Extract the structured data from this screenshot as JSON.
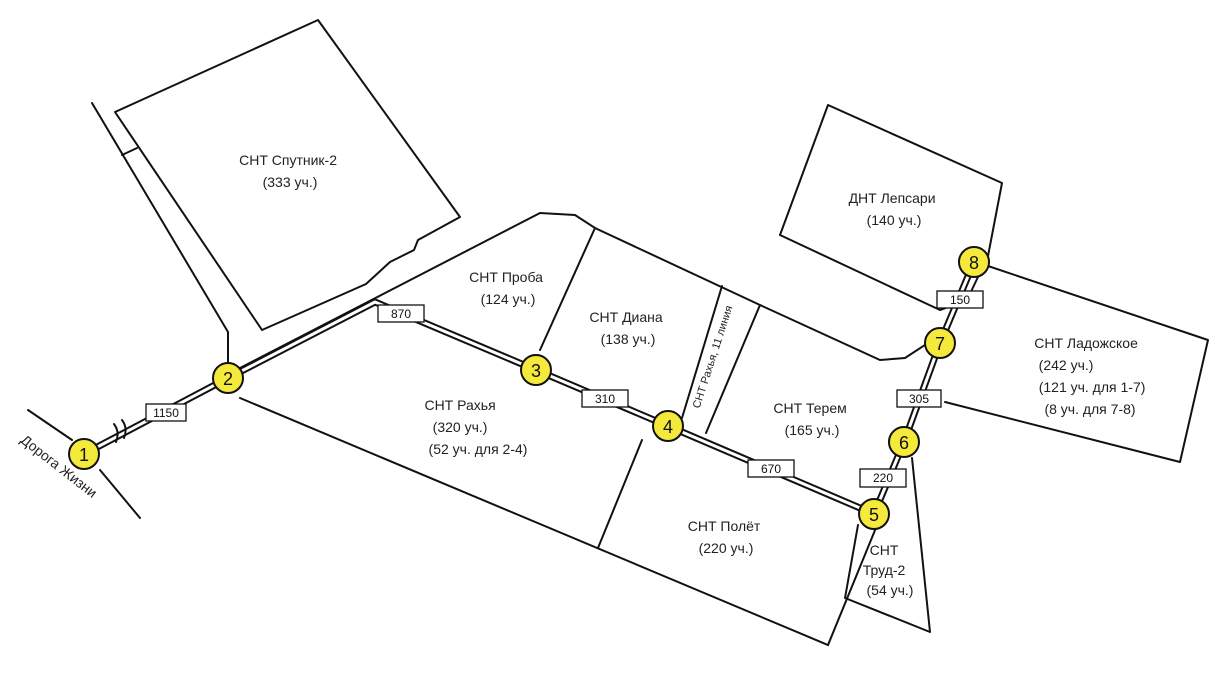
{
  "colors": {
    "node_fill": "#f5ea3c",
    "lines": "#111111",
    "background": "#ffffff"
  },
  "road": {
    "name": "Дорога Жизни"
  },
  "street": {
    "name": "СНТ Рахья, 11 линия"
  },
  "plots": [
    {
      "id": "sputnik2",
      "lines": [
        "СНТ Спутник-2",
        "(333 уч.)"
      ]
    },
    {
      "id": "proba",
      "lines": [
        "СНТ Проба",
        "(124 уч.)"
      ]
    },
    {
      "id": "diana",
      "lines": [
        "СНТ Диана",
        "(138 уч.)"
      ]
    },
    {
      "id": "rakhya",
      "lines": [
        "СНТ Рахья",
        "(320 уч.)",
        "(52 уч. для 2-4)"
      ]
    },
    {
      "id": "terem",
      "lines": [
        "СНТ Терем",
        "(165 уч.)"
      ]
    },
    {
      "id": "polyot",
      "lines": [
        "СНТ Полёт",
        "(220 уч.)"
      ]
    },
    {
      "id": "trud2",
      "lines": [
        "СНТ",
        "Труд-2",
        "(54 уч.)"
      ]
    },
    {
      "id": "lepsari",
      "lines": [
        "ДНТ Лепсари",
        "(140 уч.)"
      ]
    },
    {
      "id": "ladozhskoe",
      "lines": [
        "СНТ Ладожское",
        "(242 уч.)",
        "(121 уч. для 1-7)",
        "(8 уч. для 7-8)"
      ]
    }
  ],
  "nodes": [
    "1",
    "2",
    "3",
    "4",
    "5",
    "6",
    "7",
    "8"
  ],
  "distances": [
    "1150",
    "870",
    "310",
    "670",
    "220",
    "305",
    "150"
  ]
}
